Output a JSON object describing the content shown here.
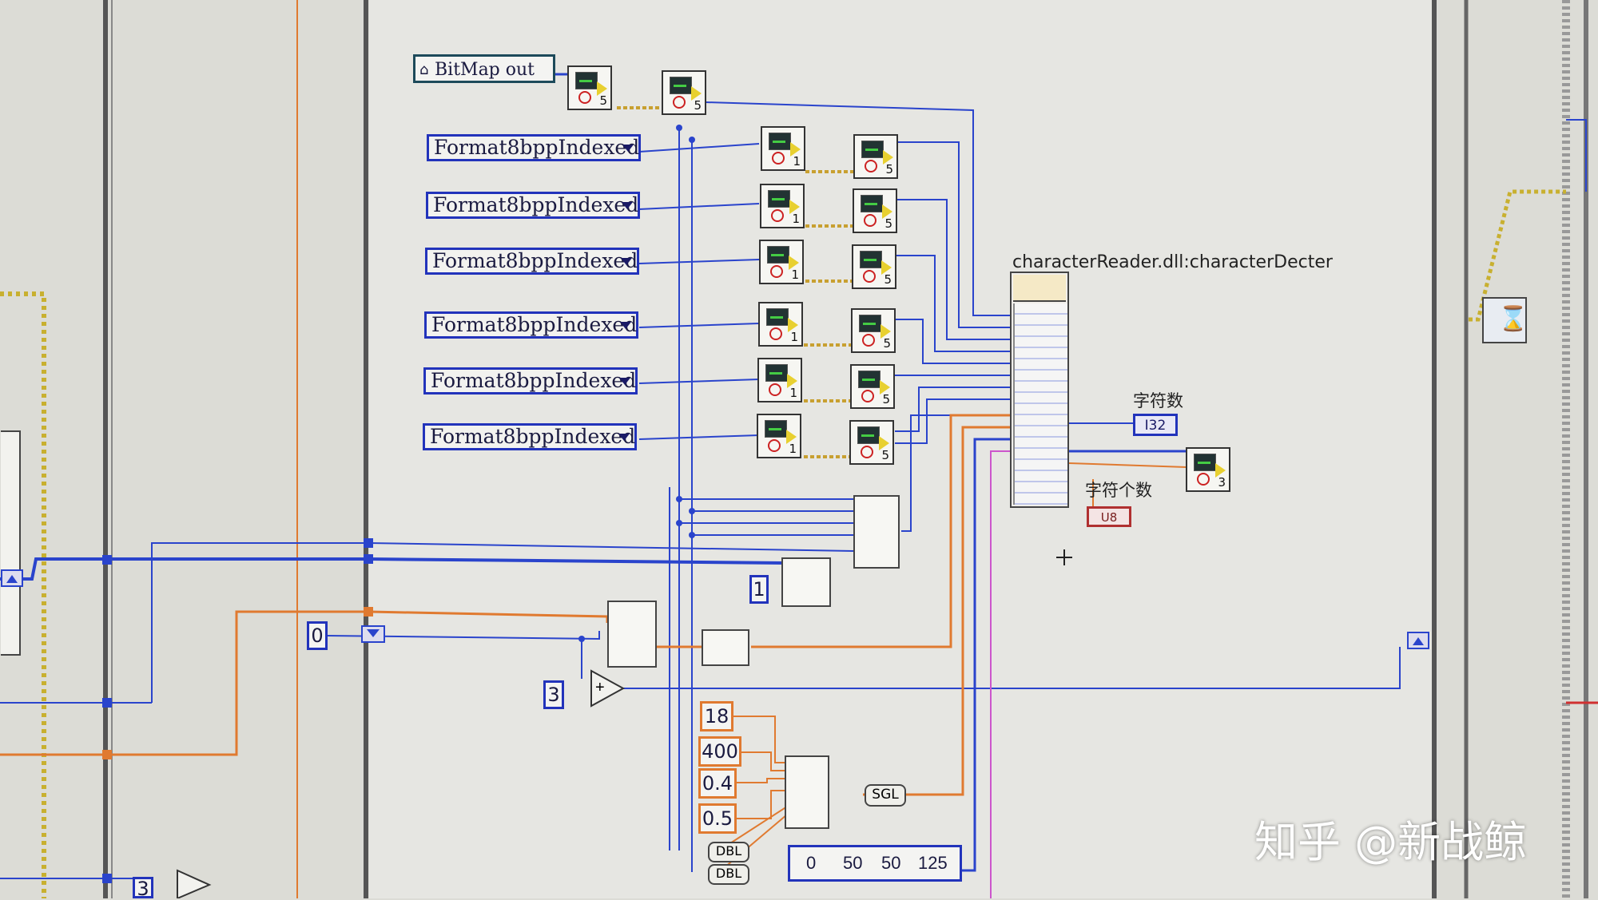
{
  "bitmap_control": {
    "label": "BitMap out",
    "icon": "home-icon"
  },
  "enum_value": "Format8bppIndexed",
  "enum_count": 6,
  "dll_node": {
    "title": "characterReader.dll:characterDecter"
  },
  "indicators": {
    "char_count_label": "字符数",
    "char_count_type": "I32",
    "char_total_label": "字符个数",
    "char_total_type": "U8"
  },
  "constants": {
    "one": "1",
    "zero": "0",
    "three_add": "3",
    "three_div": "3",
    "c18": "18",
    "c400": "400",
    "c04": "0.4",
    "c05": "0.5",
    "sgl": "SGL",
    "dbl1": "DBL",
    "dbl2": "DBL",
    "arr_index": "0",
    "arr_vals": [
      "50",
      "50",
      "125"
    ]
  },
  "subvi_numbers": {
    "top_a": "5",
    "top_b": "5",
    "left": [
      "1",
      "1",
      "1",
      "1",
      "1",
      "1"
    ],
    "right": [
      "5",
      "5",
      "5",
      "5",
      "5",
      "5"
    ],
    "out": "3"
  },
  "watermark": "知乎 @新战鲸",
  "colors": {
    "wire_blue": "#2a44cc",
    "wire_orange": "#e07a30",
    "wire_pink": "#cc55cc",
    "background": "#dcdcd6"
  }
}
